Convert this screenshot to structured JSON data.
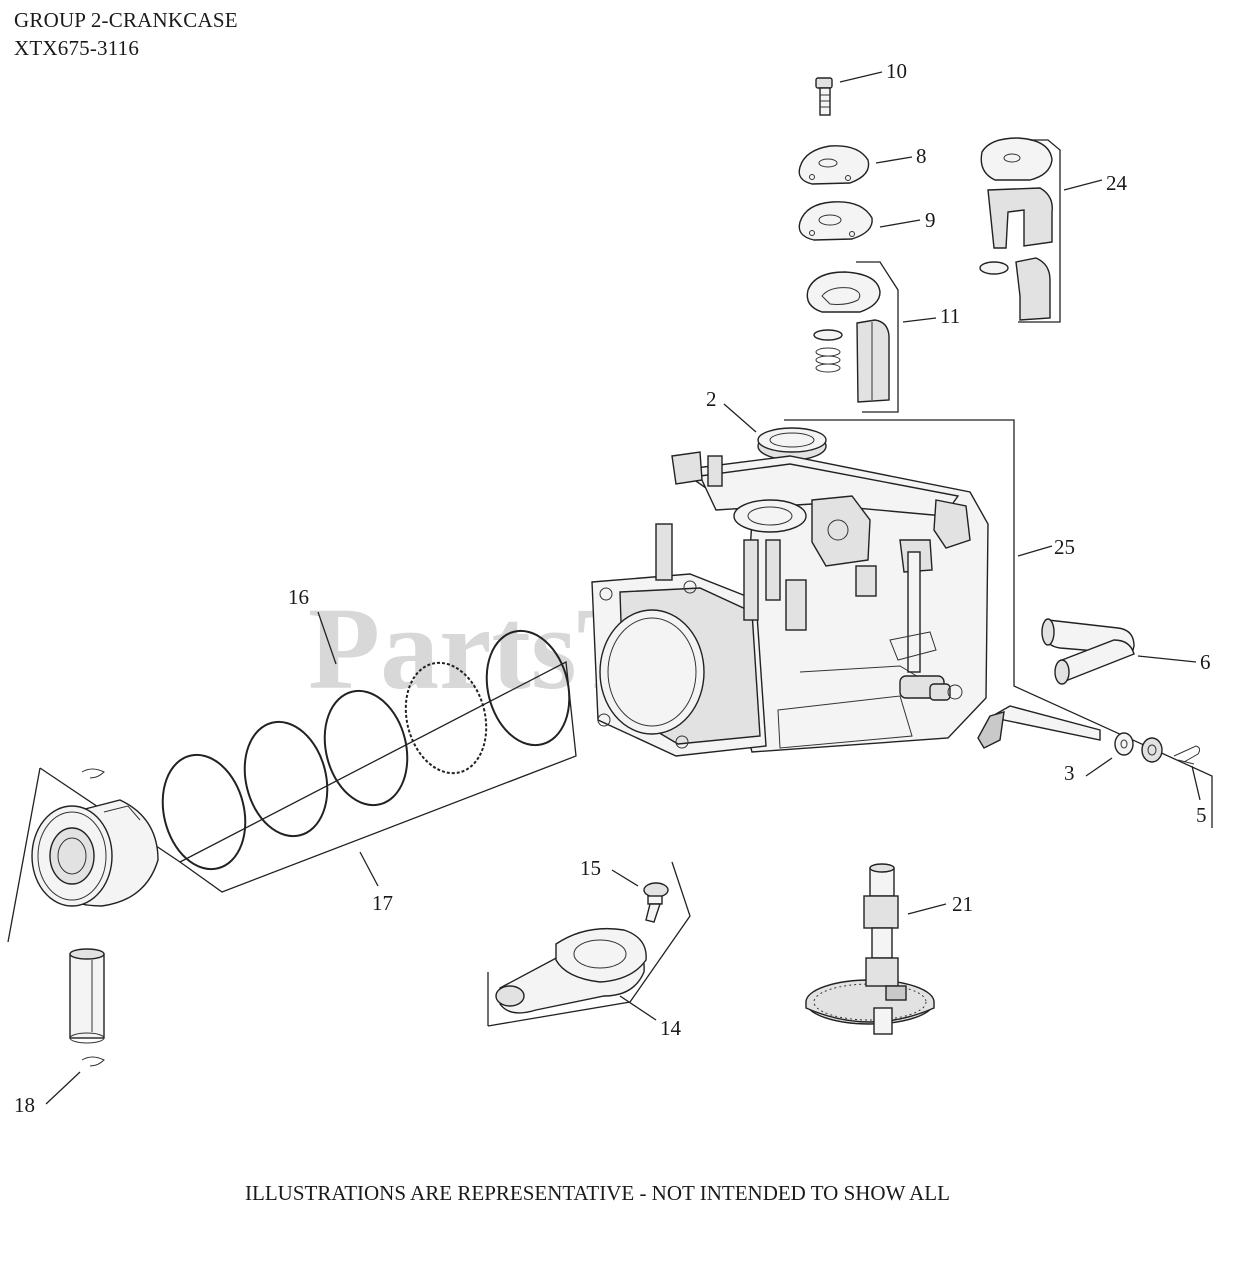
{
  "header": {
    "group_title": "GROUP 2-CRANKCASE",
    "model_number": "XTX675-3116"
  },
  "footer": {
    "disclaimer": "ILLUSTRATIONS ARE REPRESENTATIVE - NOT INTENDED TO SHOW ALL"
  },
  "watermark": {
    "text": "PartsTree",
    "color": "#d8d8d8"
  },
  "callouts": {
    "c2": "2",
    "c3": "3",
    "c5": "5",
    "c6": "6",
    "c8": "8",
    "c9": "9",
    "c10": "10",
    "c11": "11",
    "c14": "14",
    "c15": "15",
    "c16": "16",
    "c17": "17",
    "c18": "18",
    "c21": "21",
    "c24": "24",
    "c25": "25"
  },
  "parts": {
    "bolt": "bolt-icon",
    "gasket_8": "gasket-icon",
    "gasket_9": "gasket-icon",
    "breather_kit_11": "breather-kit-icon",
    "breather_kit_24": "breather-kit-icon",
    "oil_seal_2": "oil-seal-icon",
    "crankcase": "crankcase-icon",
    "governor_crank_6": "governor-crank-icon",
    "governor_shaft": "governor-shaft-icon",
    "washer_3": "washer-icon",
    "clip_5": "clip-icon",
    "piston_rings_17": "piston-ring-set-icon",
    "piston": "piston-icon",
    "piston_pin": "piston-pin-icon",
    "retaining_rings_18": "retaining-ring-icon",
    "connecting_rod_14": "connecting-rod-icon",
    "rod_bolt_15": "bolt-icon",
    "camshaft_21": "camshaft-icon"
  }
}
